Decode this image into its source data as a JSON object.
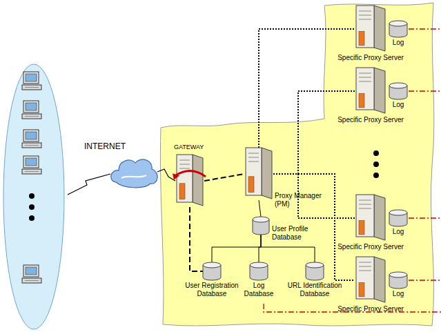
{
  "diagram": {
    "nodes": [
      {
        "text": [
          "INTERNET"
        ]
      },
      {
        "text": [
          "GATEWAY"
        ]
      },
      {
        "text": [
          "Proxy Manager (PM)"
        ]
      },
      {
        "text": [
          "User Profile Database"
        ]
      },
      {
        "text": [
          "User Registration Database"
        ]
      },
      {
        "text": [
          "Log Database"
        ]
      },
      {
        "text": [
          "URL Identification Database"
        ]
      },
      {
        "text": [
          "Specific Proxy Server"
        ]
      },
      {
        "text": [
          "Log"
        ]
      },
      {
        "text": [
          "Specific Proxy Server"
        ]
      },
      {
        "text": [
          "Log"
        ]
      },
      {
        "text": [
          "Specific Proxy Server"
        ]
      },
      {
        "text": [
          "Log"
        ]
      },
      {
        "text": [
          "Specific Proxy Server"
        ]
      },
      {
        "text": [
          "Log"
        ]
      }
    ],
    "edges": [
      {
        "from": 0,
        "to": 1,
        "arrow": "none"
      },
      {
        "from": 1,
        "to": 2,
        "arrow": "none"
      },
      {
        "from": 1,
        "to": 4,
        "arrow": "none"
      },
      {
        "from": 2,
        "to": 3,
        "arrow": "none"
      },
      {
        "from": 3,
        "to": 4,
        "arrow": "none"
      },
      {
        "from": 3,
        "to": 5,
        "arrow": "none"
      },
      {
        "from": 3,
        "to": 6,
        "arrow": "none"
      },
      {
        "from": 2,
        "to": 7,
        "arrow": "none"
      },
      {
        "from": 2,
        "to": 9,
        "arrow": "none"
      },
      {
        "from": 2,
        "to": 11,
        "arrow": "none"
      },
      {
        "from": 2,
        "to": 13,
        "arrow": "none"
      }
    ]
  }
}
